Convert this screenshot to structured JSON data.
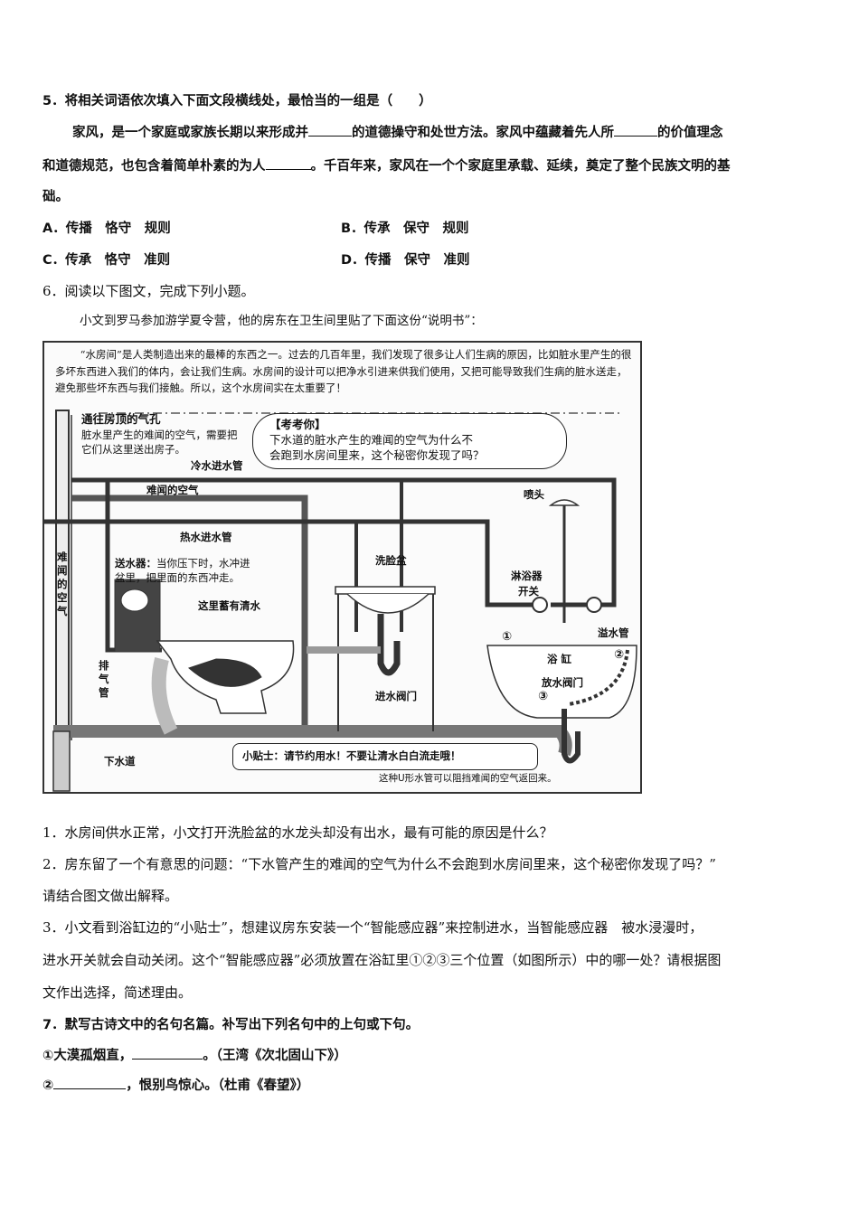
{
  "q5": {
    "title": "5．将相关词语依次填入下面文段横线处，最恰当的一组是（　　）",
    "para_line1_a": "家风，是一个家庭或家族长期以来形成并",
    "para_line1_b": "的道德操守和处世方法。家风中蕴藏着先人所",
    "para_line1_c": "的价值理念",
    "para_line2_a": "和道德规范，也包含着简单朴素的为人",
    "para_line2_b": "。千百年来，家风在一个个家庭里承载、延续，奠定了整个民族文明的基",
    "para_line3": "础。",
    "options": [
      {
        "label": "A．传播　恪守　规则"
      },
      {
        "label": "B．传承　保守　规则"
      },
      {
        "label": "C．传承　恪守　准则"
      },
      {
        "label": "D．传播　保守　准则"
      }
    ]
  },
  "q6": {
    "title": "6．阅读以下图文，完成下列小题。",
    "intro": "小文到罗马参加游学夏令营，他的房东在卫生间里贴了下面这份“说明书”：",
    "figure": {
      "text": "“水房间”是人类制造出来的最棒的东西之一。过去的几百年里，我们发现了很多让人们生病的原因，比如脏水里产生的很多坏东西进入我们的体内，会让我们生病。水房间的设计可以把净水引进来供我们使用，又把可能导致我们生病的脏水送走，避免那些坏东西与我们接触。所以，这个水房间实在太重要了！",
      "vent_title": "通往房顶的气孔",
      "vent_desc_1": "脏水里产生的难闻的空气，需要把",
      "vent_desc_2": "它们从这里送出房子。",
      "quiz_title": "【考考你】",
      "quiz_line1": "下水道的脏水产生的难闻的空气为什么不",
      "quiz_line2": "会跑到水房间里来，这个秘密你发现了吗？",
      "cold_pipe": "冷水进水管",
      "bad_air": "难闻的空气",
      "hot_pipe": "热水进水管",
      "bad_air_vertical": "难闻的空气",
      "flusher_label": "送水器：",
      "flusher_desc_1": "当你压下时，水冲进",
      "flusher_desc_2": "盆里，把里面的东西冲走。",
      "clean_water": "这里蓄有清水",
      "basin": "洗脸盆",
      "shower_head": "喷头",
      "shower_switch_1": "淋浴器",
      "shower_switch_2": "开关",
      "overflow": "溢水管",
      "pos1": "①",
      "tub": "浴 缸",
      "pos2": "②",
      "drain_valve": "放水阀门",
      "pos3": "③",
      "inlet_valve": "进水阀门",
      "exhaust": "排气管",
      "sewer": "下水道",
      "tip": "小贴士：请节约用水！不要让清水白白流走哦！",
      "u_pipe_note": "这种U形水管可以阻挡难闻的空气返回来。"
    },
    "questions": [
      {
        "line1": "1．水房间供水正常，小文打开洗脸盆的水龙头却没有出水，最有可能的原因是什么？"
      },
      {
        "line1": "2．房东留了一个有意思的问题：“下水管产生的难闻的空气为什么不会跑到水房间里来，这个秘密你发现了吗？”",
        "line2": "请结合图文做出解释。"
      },
      {
        "line1": "3．小文看到浴缸边的“小贴士”，想建议房东安装一个“智能感应器”来控制进水，当智能感应器　被水浸漫时，",
        "line2": "进水开关就会自动关闭。这个“智能感应器”必须放置在浴缸里①②③三个位置（如图所示）中的哪一处？请根据图",
        "line3": "文作出选择，简述理由。"
      }
    ]
  },
  "q7": {
    "title": "7．默写古诗文中的名句名篇。补写出下列名句中的上句或下句。",
    "item1_a": "①大漠孤烟直，",
    "item1_b": "。（王湾《次北固山下》）",
    "item2_a": "②",
    "item2_b": "，恨别鸟惊心。（杜甫《春望》）"
  }
}
